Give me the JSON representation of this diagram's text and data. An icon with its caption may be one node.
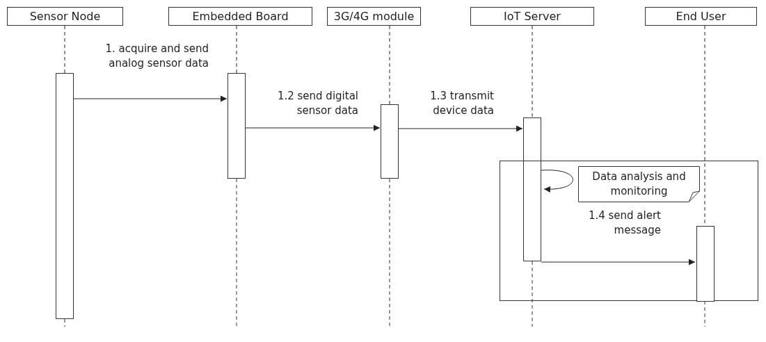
{
  "diagram": {
    "nodes": [
      {
        "text": [
          "Sensor Node"
        ]
      },
      {
        "text": [
          "Embedded Board"
        ]
      },
      {
        "text": [
          "3G/4G module"
        ]
      },
      {
        "text": [
          "IoT Server"
        ]
      },
      {
        "text": [
          "End User"
        ]
      },
      {
        "text": [],
        "shape": "bar"
      },
      {
        "text": [],
        "shape": "bar"
      },
      {
        "text": [],
        "shape": "bar"
      },
      {
        "text": [],
        "shape": "bar"
      },
      {
        "text": [],
        "shape": "bar",
        "in": 10
      },
      {
        "text": [],
        "shape": "box"
      },
      {
        "text": [
          "Data analysis and monitoring"
        ],
        "in": 10
      }
    ],
    "edges": [
      {
        "from": 0,
        "to": 5,
        "arrow": "none",
        "style": "dashed"
      },
      {
        "from": 1,
        "to": 6,
        "arrow": "none",
        "style": "dashed"
      },
      {
        "from": 2,
        "to": 7,
        "arrow": "none",
        "style": "dashed"
      },
      {
        "from": 3,
        "to": 8,
        "arrow": "none",
        "style": "dashed"
      },
      {
        "from": 4,
        "to": 9,
        "arrow": "none",
        "style": "dashed"
      },
      {
        "from": 5,
        "to": 6,
        "arrow": "to",
        "label": "1. acquire and send analog sensor data"
      },
      {
        "from": 6,
        "to": 7,
        "arrow": "to",
        "label": "1.2 send digital sensor data"
      },
      {
        "from": 7,
        "to": 8,
        "arrow": "to",
        "label": "1.3 transmit device data"
      },
      {
        "from": 8,
        "to": 8,
        "arrow": "to"
      },
      {
        "from": 8,
        "to": 9,
        "arrow": "to",
        "label": "1.4 send alert message"
      }
    ]
  }
}
